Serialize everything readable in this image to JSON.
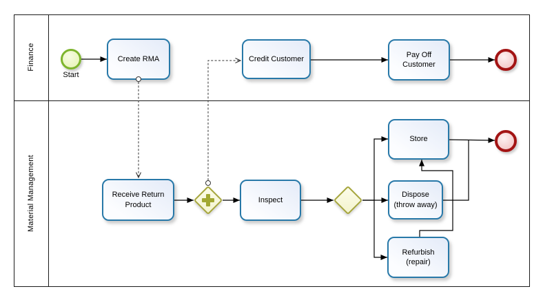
{
  "lanes": [
    {
      "label": "Finance"
    },
    {
      "label": "Material Management"
    }
  ],
  "nodes": {
    "start": {
      "type": "start-event",
      "label": "Start"
    },
    "create_rma": {
      "type": "task",
      "label": "Create RMA"
    },
    "credit_customer": {
      "type": "task",
      "label": "Credit Customer"
    },
    "pay_off_customer": {
      "type": "task",
      "label": "Pay Off\nCustomer"
    },
    "end_finance": {
      "type": "end-event",
      "label": ""
    },
    "receive_return_product": {
      "type": "task",
      "label": "Receive Return\nProduct"
    },
    "parallel_gateway": {
      "type": "parallel-gateway",
      "label": ""
    },
    "inspect": {
      "type": "task",
      "label": "Inspect"
    },
    "exclusive_gateway": {
      "type": "exclusive-gateway",
      "label": ""
    },
    "store": {
      "type": "task",
      "label": "Store"
    },
    "dispose": {
      "type": "task",
      "label": "Dispose\n(throw away)"
    },
    "refurbish": {
      "type": "task",
      "label": "Refurbish\n(repair)"
    },
    "end_material": {
      "type": "end-event",
      "label": ""
    }
  },
  "edges": [
    {
      "from": "start",
      "to": "create_rma",
      "style": "solid"
    },
    {
      "from": "credit_customer",
      "to": "pay_off_customer",
      "style": "solid"
    },
    {
      "from": "pay_off_customer",
      "to": "end_finance",
      "style": "solid"
    },
    {
      "from": "receive_return_product",
      "to": "parallel_gateway",
      "style": "solid"
    },
    {
      "from": "parallel_gateway",
      "to": "inspect",
      "style": "solid"
    },
    {
      "from": "inspect",
      "to": "exclusive_gateway",
      "style": "solid"
    },
    {
      "from": "exclusive_gateway",
      "to": "store",
      "style": "solid"
    },
    {
      "from": "exclusive_gateway",
      "to": "dispose",
      "style": "solid"
    },
    {
      "from": "exclusive_gateway",
      "to": "refurbish",
      "style": "solid"
    },
    {
      "from": "store",
      "to": "end_material",
      "style": "solid"
    },
    {
      "from": "dispose",
      "to": "end_material",
      "style": "solid"
    },
    {
      "from": "refurbish",
      "to": "store",
      "style": "solid"
    },
    {
      "from": "create_rma",
      "to": "receive_return_product",
      "style": "dashed-link"
    },
    {
      "from": "parallel_gateway",
      "to": "credit_customer",
      "style": "dashed-link"
    }
  ],
  "colors": {
    "task_border": "#2778a8",
    "task_fill": "#e4ebf8",
    "gateway_border": "#a6a63c",
    "gateway_fill": "#f4f4cf",
    "parallel_plus": "#a2a832",
    "start_border": "#7db42d",
    "start_fill": "#e9f5bd",
    "end_border": "#a31414",
    "end_fill": "#f4c9c9",
    "line": "#000000"
  }
}
